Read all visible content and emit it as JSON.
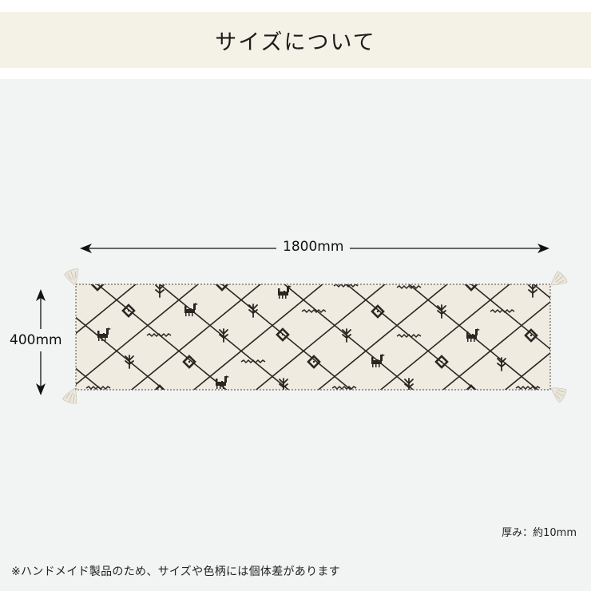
{
  "header": {
    "title": "サイズについて",
    "background": "#f4f1e6"
  },
  "panel": {
    "background": "#f2f4f4"
  },
  "dimensions": {
    "width_label": "1800mm",
    "height_label": "400mm",
    "arrow_color": "#111111"
  },
  "product": {
    "type": "runner-rug",
    "base_color": "#efebe0",
    "pattern_color": "#2a2622",
    "pattern": "diamond-lattice",
    "motifs": [
      "diamond",
      "bird",
      "tree",
      "squiggle"
    ]
  },
  "thickness_label": "厚み：約10mm",
  "note": "※ハンドメイド製品のため、サイズや色柄には個体差があります"
}
